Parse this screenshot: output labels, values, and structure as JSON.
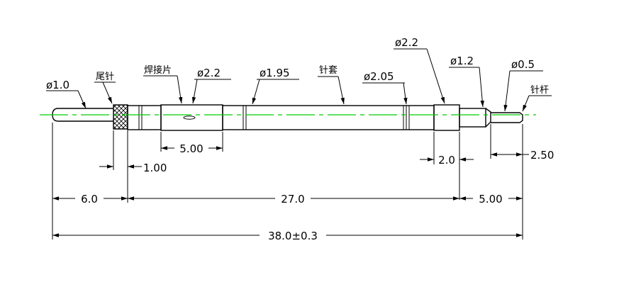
{
  "callouts": {
    "tail_dia": "ø1.0",
    "tail_pin": "尾针",
    "weld_tab": "焊接片",
    "weld_dia": "ø2.2",
    "sleeve_dia": "ø1.95",
    "sleeve": "针套",
    "ring_dia": "ø2.05",
    "collar_dia": "ø2.2",
    "shoulder_dia": "ø1.2",
    "plunger_dia": "ø0.5",
    "plunger": "针杆"
  },
  "dimensions": {
    "weld_len": "5.00",
    "knurl_len": "1.00",
    "collar_len": "2.0",
    "plunger_len": "2.50",
    "tail_len": "6.0",
    "body_len": "27.0",
    "tip_len": "5.00",
    "overall_len": "38.0±0.3"
  },
  "colors": {
    "line": "#000000",
    "centerline": "#00cc00"
  }
}
